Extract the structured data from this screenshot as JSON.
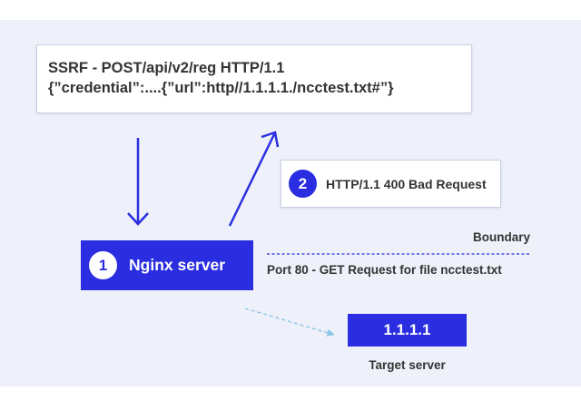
{
  "colors": {
    "accent": "#2a2ee0",
    "canvas_background": "#eef1f9",
    "text": "#333333",
    "dashed_connector": "#8cc6e6"
  },
  "request": {
    "line1": "SSRF - POST/api/v2/reg HTTP/1.1",
    "line2": "{”credential”:....{”url”:http//1.1.1.1./ncctest.txt#”}"
  },
  "response": {
    "step": "2",
    "text": "HTTP/1.1 400 Bad Request"
  },
  "nginx": {
    "step": "1",
    "label": "Nginx server"
  },
  "boundary": {
    "label": "Boundary",
    "port_label": "Port 80 - GET Request for file ncctest.txt"
  },
  "target": {
    "address": "1.1.1.1",
    "label": "Target server"
  }
}
